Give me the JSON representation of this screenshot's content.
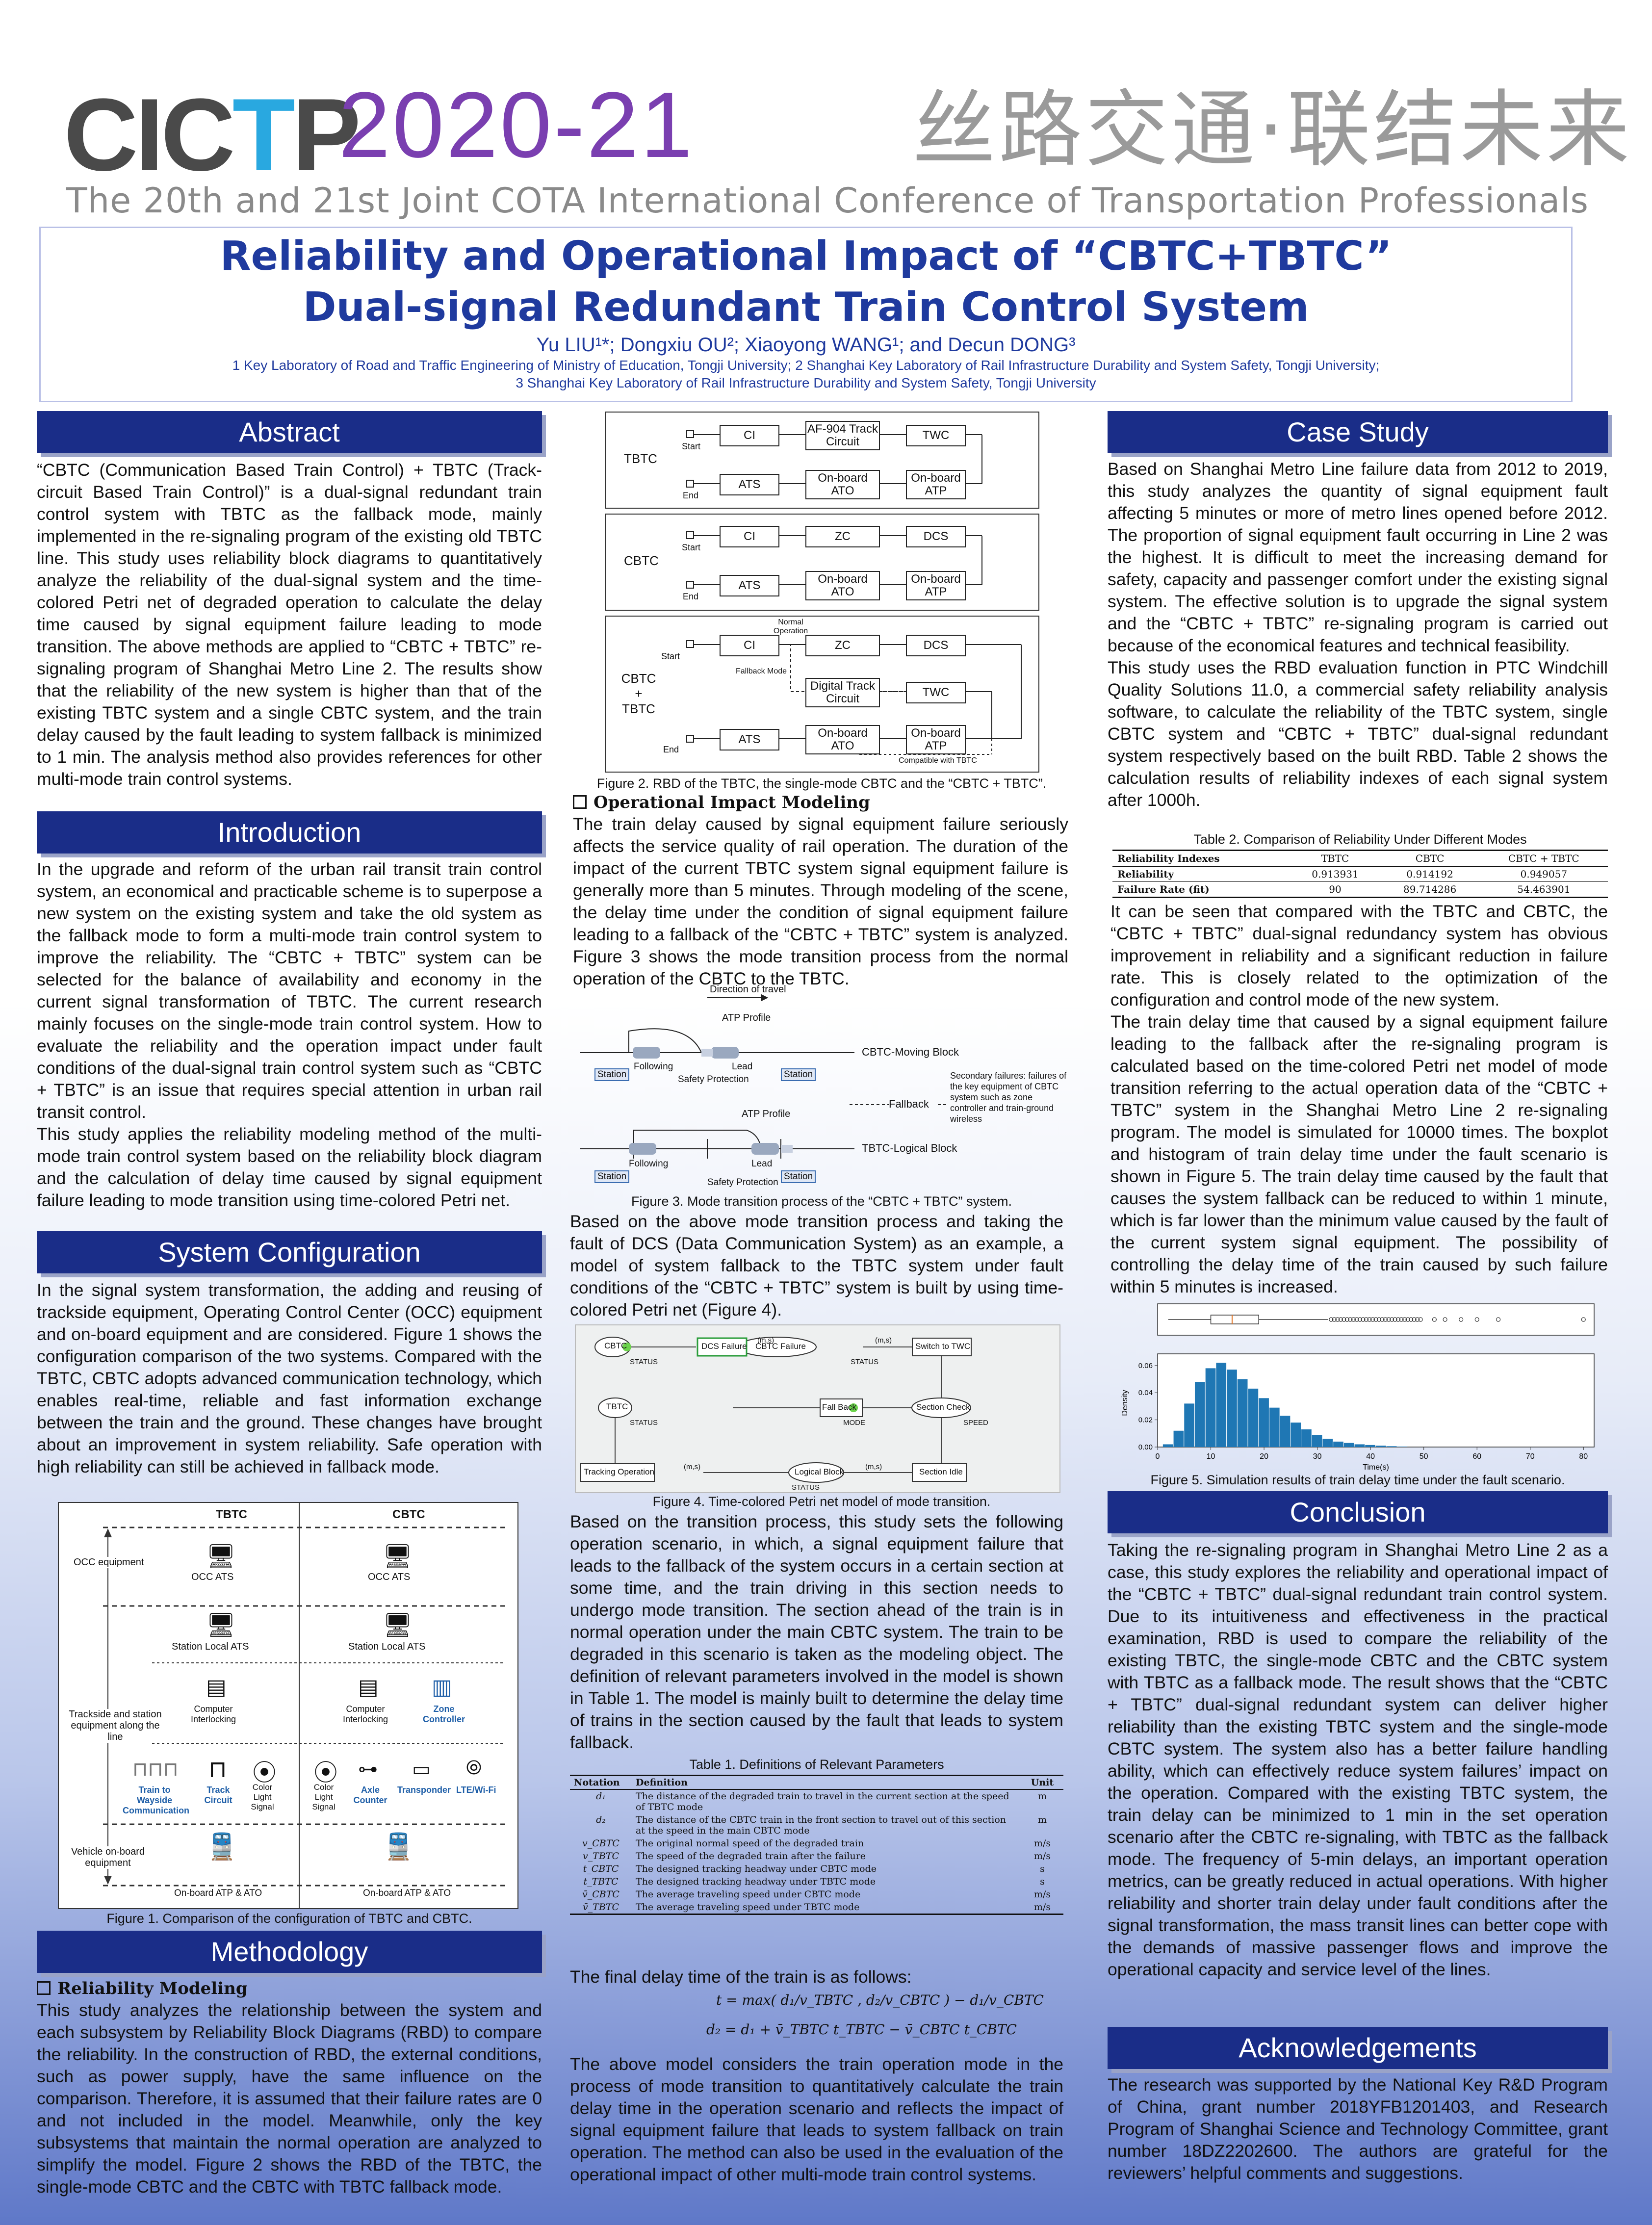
{
  "header": {
    "logo_text_a": "CIC",
    "logo_text_b": "T",
    "logo_text_c": "P",
    "logo_year": "2020-21",
    "slogan": "丝路交通·联结未来",
    "conference": "The 20th and 21st Joint COTA International Conference of Transportation Professionals"
  },
  "title": {
    "line1": "Reliability and Operational Impact of “CBTC+TBTC”",
    "line2": "Dual-signal Redundant Train Control System",
    "authors": "Yu LIU¹*; Dongxiu OU²; Xiaoyong WANG¹; and Decun DONG³",
    "affil1": "1 Key Laboratory of Road and Traffic Engineering of Ministry of Education, Tongji University; 2 Shanghai Key Laboratory of Rail Infrastructure Durability and System Safety, Tongji University;",
    "affil2": "3 Shanghai Key Laboratory of Rail Infrastructure Durability and System Safety, Tongji University"
  },
  "abstract": {
    "heading": "Abstract",
    "text": "“CBTC (Communication Based Train Control) + TBTC (Track-circuit Based Train Control)” is a dual-signal redundant train control system with TBTC as the fallback mode, mainly implemented in the re-signaling program of the existing old TBTC line. This study uses reliability block diagrams to quantitatively analyze the reliability of the dual-signal system and the time-colored Petri net of degraded operation to calculate the delay time caused by signal equipment failure leading to mode transition. The above methods are applied to “CBTC + TBTC” re-signaling program of Shanghai Metro Line 2. The results show that the reliability of the new system is higher than that of the existing TBTC system and a single CBTC system, and the train delay caused by the fault leading to system fallback is minimized to 1 min. The analysis method also provides references for other multi-mode train control systems."
  },
  "introduction": {
    "heading": "Introduction",
    "p1": "In the upgrade and reform of the urban rail transit train control system, an economical and practicable scheme is to superpose a new system on the existing system and take the old system as the fallback mode to form a multi-mode train control system to improve the reliability. The “CBTC + TBTC” system can be selected for the balance of availability and economy in the current signal transformation of TBTC. The current research mainly focuses on the single-mode train control system. How to evaluate the reliability and the operation impact under fault conditions of the dual-signal train control system such as “CBTC + TBTC” is an issue that requires special attention in urban rail transit control.",
    "p2": "This study applies the reliability modeling method of the multi-mode train control system based on the reliability block diagram and the calculation of delay time caused by signal equipment failure leading to mode transition using time-colored Petri net."
  },
  "system_config": {
    "heading": "System Configuration",
    "text": "In the signal system transformation, the adding and reusing of trackside equipment, Operating Control Center (OCC) equipment and on-board equipment and are considered. Figure 1 shows the configuration comparison of the two systems. Compared with the TBTC, CBTC adopts advanced communication technology, which enables real-time, reliable and fast information exchange between the train and the ground. These changes have brought about an improvement in system reliability. Safe operation with high reliability can still be achieved in fallback mode."
  },
  "figure1": {
    "col_tbtc": "TBTC",
    "col_cbtc": "CBTC",
    "row_occ": "OCC equipment",
    "row_track": "Trackside and station equipment along the line",
    "row_vehicle": "Vehicle on-board equipment",
    "occ_ats": "OCC ATS",
    "station_ats": "Station Local ATS",
    "ci": "Computer Interlocking",
    "zc": "Zone Controller",
    "train_wayside": "Train to Wayside Communication",
    "track_circuit": "Track Circuit",
    "color_light": "Color Light Signal",
    "axle_counter": "Axle Counter",
    "transponder": "Transponder",
    "lte": "LTE/Wi-Fi",
    "onboard": "On-board ATP & ATO",
    "caption": "Figure 1. Comparison of the configuration of TBTC and CBTC."
  },
  "methodology": {
    "heading": "Methodology",
    "sub1": "Reliability Modeling",
    "text": "This study analyzes the relationship between the system and each subsystem by Reliability Block Diagrams (RBD) to compare the reliability. In the construction of RBD, the external conditions, such as power supply, have the same influence on the comparison. Therefore, it is assumed that their failure rates are 0 and not included in the model. Meanwhile, only the key subsystems that maintain the normal operation are analyzed to simplify the model. Figure 2 shows the RBD of the TBTC, the single-mode CBTC and the CBTC with TBTC fallback mode."
  },
  "figure2": {
    "tbtc": "TBTC",
    "cbtc": "CBTC",
    "cbtc_tbtc": "CBTC + TBTC",
    "start": "Start",
    "end": "End",
    "ci": "CI",
    "af904": "AF-904 Track Circuit",
    "twc": "TWC",
    "ats": "ATS",
    "onboard_ato": "On-board ATO",
    "onboard_atp": "On-board ATP",
    "zc": "ZC",
    "dcs": "DCS",
    "digital_tc": "Digital Track Circuit",
    "normal_op": "Normal Operation",
    "fallback_mode": "Fallback Mode",
    "compatible": "Compatible with TBTC",
    "caption": "Figure 2. RBD of the TBTC, the single-mode CBTC and the “CBTC + TBTC”."
  },
  "operational": {
    "sub": "Operational Impact Modeling",
    "p1": "The train delay caused by signal equipment failure seriously affects the service quality of rail operation. The duration of the impact of the current TBTC system signal equipment failure is generally more than 5 minutes. Through modeling of the scene, the delay time under the condition of signal equipment failure leading to a fallback of the “CBTC + TBTC” system is analyzed. Figure 3 shows the mode transition process from the normal operation of the CBTC to the TBTC."
  },
  "figure3": {
    "direction": "Direction of travel",
    "atp_profile": "ATP Profile",
    "following": "Following",
    "lead": "Lead",
    "safety": "Safety Protection",
    "station": "Station",
    "moving_block": "CBTC-Moving Block",
    "fallback": "Fallback",
    "secondary": "Secondary failures: failures of the key equipment of CBTC system such as zone controller and train-ground wireless",
    "logical_block": "TBTC-Logical Block",
    "caption": "Figure 3. Mode transition process of the “CBTC + TBTC” system."
  },
  "operational2": {
    "p2": "Based on the above mode transition process and taking the fault of DCS (Data Communication System) as an example, a model of system fallback to the TBTC system under fault conditions of the “CBTC + TBTC” system is built by using time-colored Petri net (Figure 4)."
  },
  "figure4": {
    "cbtc": "CBTC",
    "dcs_failure": "DCS Failure",
    "cbtc_failure": "CBTC Failure",
    "switch": "Switch to TWC",
    "tbtc": "TBTC",
    "fall_back": "Fall Back",
    "section_check": "Section Check",
    "tracking": "Tracking Operation",
    "logical_block": "Logical Block",
    "section_idle": "Section Idle",
    "status": "STATUS",
    "mode": "MODE",
    "speed": "SPEED",
    "ms": "(m,s)",
    "caption": "Figure 4. Time-colored Petri net model of mode transition."
  },
  "operational3": {
    "p3": "Based on the transition process, this study sets the following operation scenario, in which, a signal equipment failure that leads to the fallback of the system occurs in a certain section at some time, and the train driving in this section needs to undergo mode transition. The section ahead of the train is in normal operation under the main CBTC system. The train to be degraded in this scenario is taken as the modeling object. The definition of relevant parameters involved in the model is shown in Table 1. The model is mainly built to determine the delay time of trains in the section caused by the fault that leads to system fallback."
  },
  "table1": {
    "caption": "Table 1. Definitions of Relevant Parameters",
    "headers": [
      "Notation",
      "Definition",
      "Unit"
    ],
    "rows": [
      [
        "d₁",
        "The distance of the degraded train to travel in the current section at the speed of TBTC mode",
        "m"
      ],
      [
        "d₂",
        "The distance of the CBTC train in the front section to travel out of this section at the speed in the main CBTC mode",
        "m"
      ],
      [
        "v_CBTC",
        "The original normal speed of the degraded train",
        "m/s"
      ],
      [
        "v_TBTC",
        "The speed of the degraded train after the failure",
        "m/s"
      ],
      [
        "t_CBTC",
        "The designed tracking headway under CBTC mode",
        "s"
      ],
      [
        "t_TBTC",
        "The designed tracking headway under TBTC mode",
        "s"
      ],
      [
        "v̄_CBTC",
        "The average traveling speed under CBTC mode",
        "m/s"
      ],
      [
        "v̄_TBTC",
        "The average traveling speed under TBTC mode",
        "m/s"
      ]
    ]
  },
  "operational4": {
    "p4": "The final delay time of the train is as follows:",
    "eq1": "t = max( d₁/v_TBTC , d₂/v_CBTC ) − d₁/v_CBTC",
    "eq2": "d₂ = d₁ + v̄_TBTC t_TBTC − v̄_CBTC t_CBTC",
    "p5": "The above model considers the train operation mode in the process of mode transition to quantitatively calculate the train delay time in the operation scenario and reflects the impact of signal equipment failure that leads to system fallback on train operation. The method can also be used in the evaluation of the operational impact of other multi-mode train control systems."
  },
  "case_study": {
    "heading": "Case Study",
    "p1": "Based on Shanghai Metro Line failure data from 2012 to 2019, this study analyzes the quantity of signal equipment fault affecting 5 minutes or more of metro lines opened before 2012. The proportion of signal equipment fault occurring in Line 2 was the highest. It is difficult to meet the increasing demand for safety, capacity and passenger comfort under the existing signal system. The effective solution is to upgrade the signal system and the “CBTC + TBTC” re-signaling program is carried out because of the economical features and technical feasibility.",
    "p2": "This study uses the RBD evaluation function in PTC Windchill Quality Solutions 11.0, a commercial safety reliability analysis software, to calculate the reliability of the TBTC system, single CBTC system and “CBTC + TBTC” dual-signal redundant system respectively based on the built RBD. Table 2 shows the calculation results of reliability indexes of each signal system after 1000h.",
    "p3": "It can be seen that compared with the TBTC and CBTC, the “CBTC + TBTC” dual-signal redundancy system has obvious improvement in reliability and a significant reduction in failure rate. This is closely related to the optimization of the configuration and control mode of the new system.",
    "p4": "The train delay time that caused by a signal equipment failure leading to the fallback after the re-signaling program is calculated based on the time-colored Petri net model of mode transition referring to the actual operation data of the “CBTC + TBTC” system in the Shanghai Metro Line 2 re-signaling program. The model is simulated for 10000 times. The boxplot and histogram of train delay time under the fault scenario is shown in Figure 5. The train delay time caused by the fault that causes the system fallback can be reduced to within 1 minute, which is far lower than the minimum value caused by the fault of the current system signal equipment. The possibility of controlling the delay time of the train caused by such failure within 5 minutes is increased."
  },
  "table2": {
    "caption": "Table 2. Comparison of Reliability Under Different Modes",
    "headers": [
      "Reliability Indexes",
      "TBTC",
      "CBTC",
      "CBTC + TBTC"
    ],
    "rows": [
      [
        "Reliability",
        "0.913931",
        "0.914192",
        "0.949057"
      ],
      [
        "Failure Rate (fit)",
        "90",
        "89.714286",
        "54.463901"
      ]
    ]
  },
  "chart_data": {
    "type": "bar",
    "xlabel": "Time(s)",
    "ylabel": "Density",
    "xlim": [
      0,
      82
    ],
    "ylim": [
      0,
      0.065
    ],
    "xticks": [
      0,
      10,
      20,
      30,
      40,
      50,
      60,
      70,
      80
    ],
    "yticks": [
      0.0,
      0.02,
      0.04,
      0.06
    ],
    "bin_width": 2,
    "bins": [
      2,
      4,
      6,
      8,
      10,
      12,
      14,
      16,
      18,
      20,
      22,
      24,
      26,
      28,
      30,
      32,
      34,
      36,
      38,
      40,
      42,
      44,
      46
    ],
    "values": [
      0.002,
      0.012,
      0.032,
      0.048,
      0.058,
      0.062,
      0.057,
      0.05,
      0.043,
      0.036,
      0.029,
      0.023,
      0.018,
      0.013,
      0.009,
      0.006,
      0.004,
      0.003,
      0.002,
      0.0015,
      0.001,
      0.0006,
      0.0003
    ],
    "boxplot": {
      "whisker_low": 2,
      "q1": 10,
      "median": 14,
      "q3": 19,
      "whisker_high": 32,
      "outliers_max": 80
    },
    "caption": "Figure 5. Simulation results of train delay time under the fault scenario."
  },
  "conclusion": {
    "heading": "Conclusion",
    "text": "Taking the re-signaling program in Shanghai Metro Line 2 as a case, this study explores the reliability and operational impact of the “CBTC + TBTC” dual-signal redundant train control system. Due to its intuitiveness and effectiveness in the practical examination, RBD is used to compare the reliability of the existing TBTC, the single-mode CBTC and the CBTC system with TBTC as a fallback mode. The result shows that the “CBTC + TBTC” dual-signal redundant system can deliver higher reliability than the existing TBTC system and the single-mode CBTC system. The system also has a better failure handling ability, which can effectively reduce system failures’ impact on the operation. Compared with the existing TBTC system, the train delay can be minimized to 1 min in the set operation scenario after the CBTC re-signaling, with TBTC as the fallback mode. The frequency of 5-min delays, an important operation metrics, can be greatly reduced in actual operations. With higher reliability and shorter train delay under fault conditions after the signal transformation, the mass transit lines can better cope with the demands of massive passenger flows and improve the operational capacity and service level of the lines."
  },
  "acknowledgements": {
    "heading": "Acknowledgements",
    "text": "The research was supported by the National Key R&D Program of China, grant number 2018YFB1201403, and Research Program of Shanghai Science and Technology Committee, grant number 18DZ2202600. The authors are grateful for the reviewers’ helpful comments and suggestions."
  }
}
